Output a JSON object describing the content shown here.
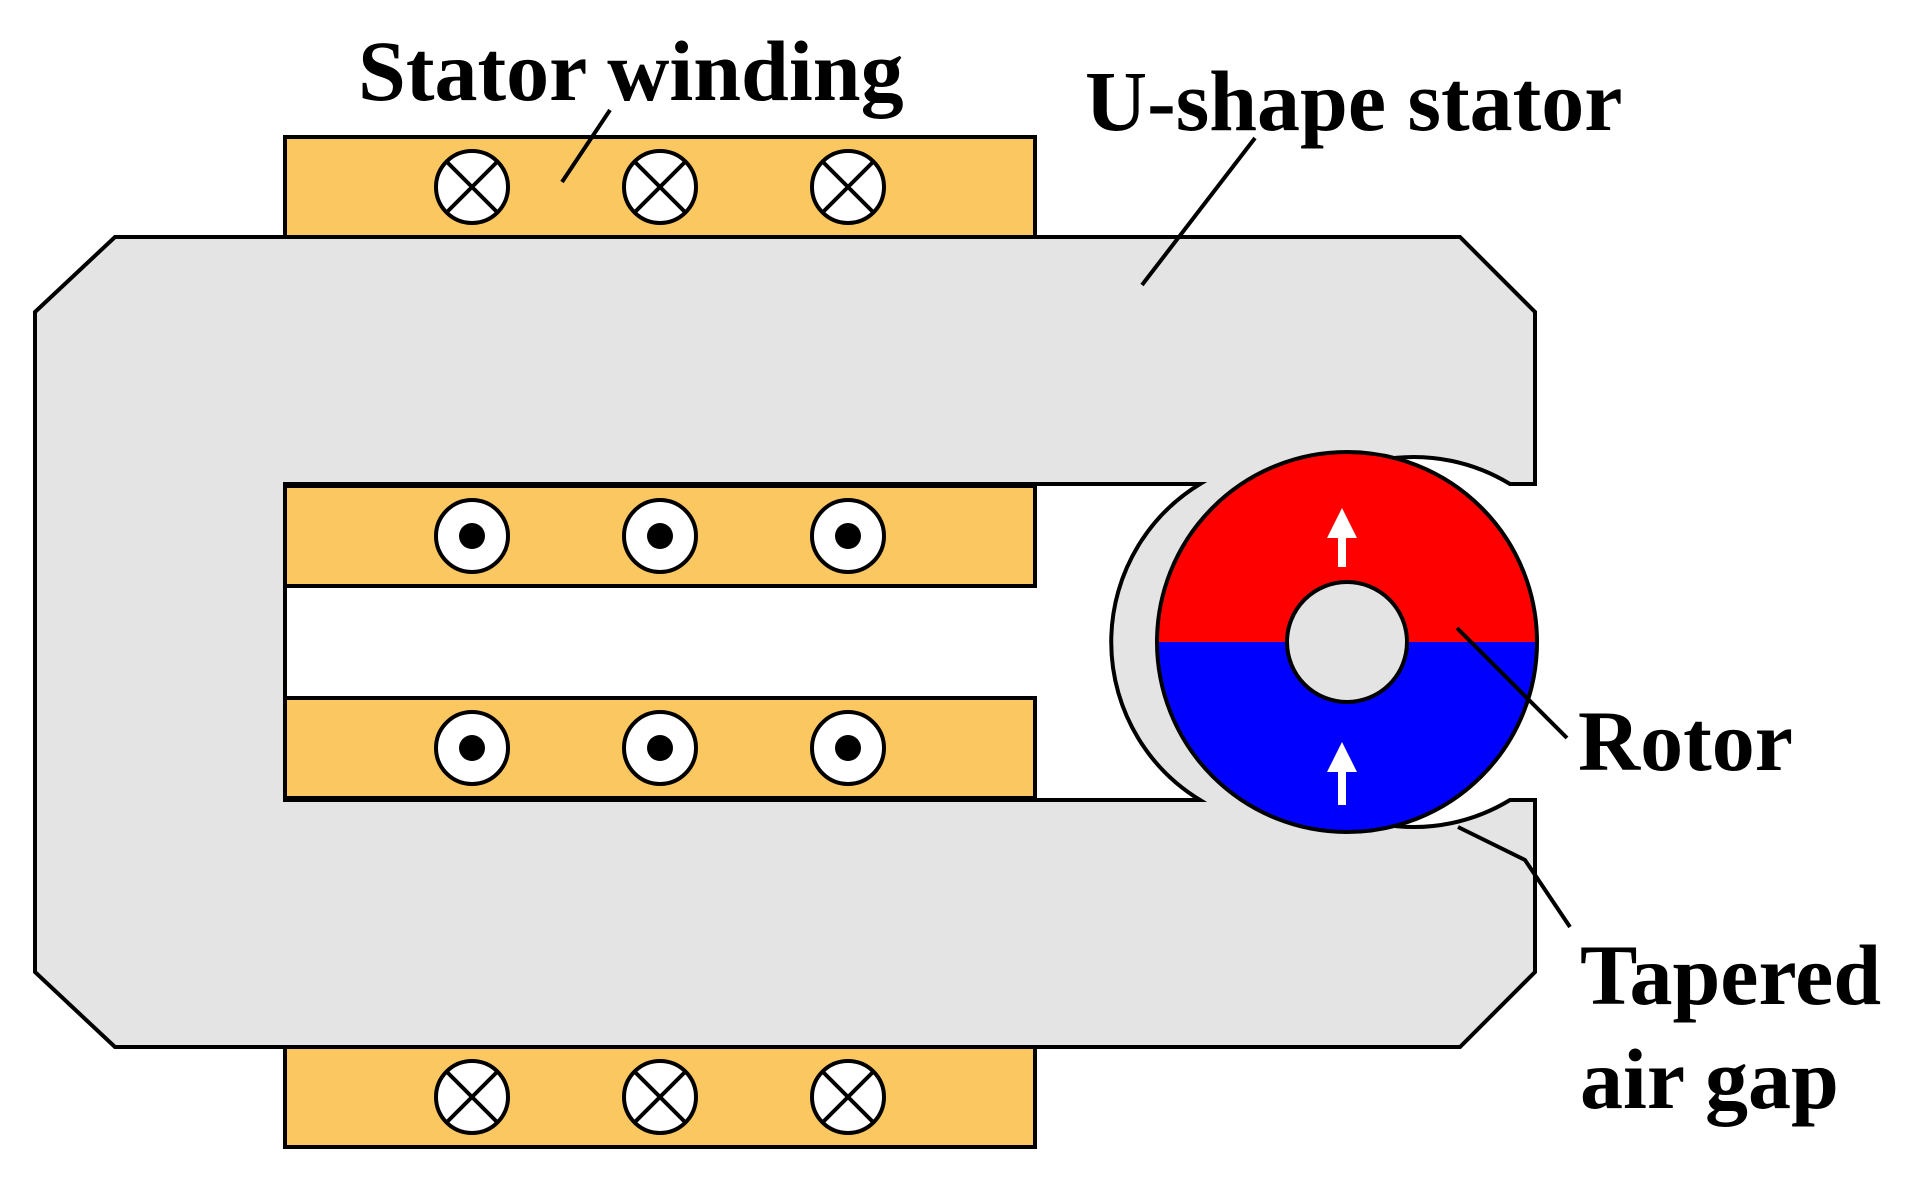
{
  "labels": {
    "stator_winding": "Stator winding",
    "u_shape_stator": "U-shape stator",
    "rotor": "Rotor",
    "tapered_air_gap_line1": "Tapered",
    "tapered_air_gap_line2": "air gap"
  },
  "colors": {
    "stator": "#e4e4e4",
    "winding": "#fbc760",
    "rotor_north": "#ff0000",
    "rotor_south": "#0000ff",
    "shaft": "#e4e4e4"
  },
  "conductors": {
    "top_outer": "into-page",
    "inner_upper": "out-of-page",
    "inner_lower": "out-of-page",
    "bottom_outer": "into-page"
  }
}
